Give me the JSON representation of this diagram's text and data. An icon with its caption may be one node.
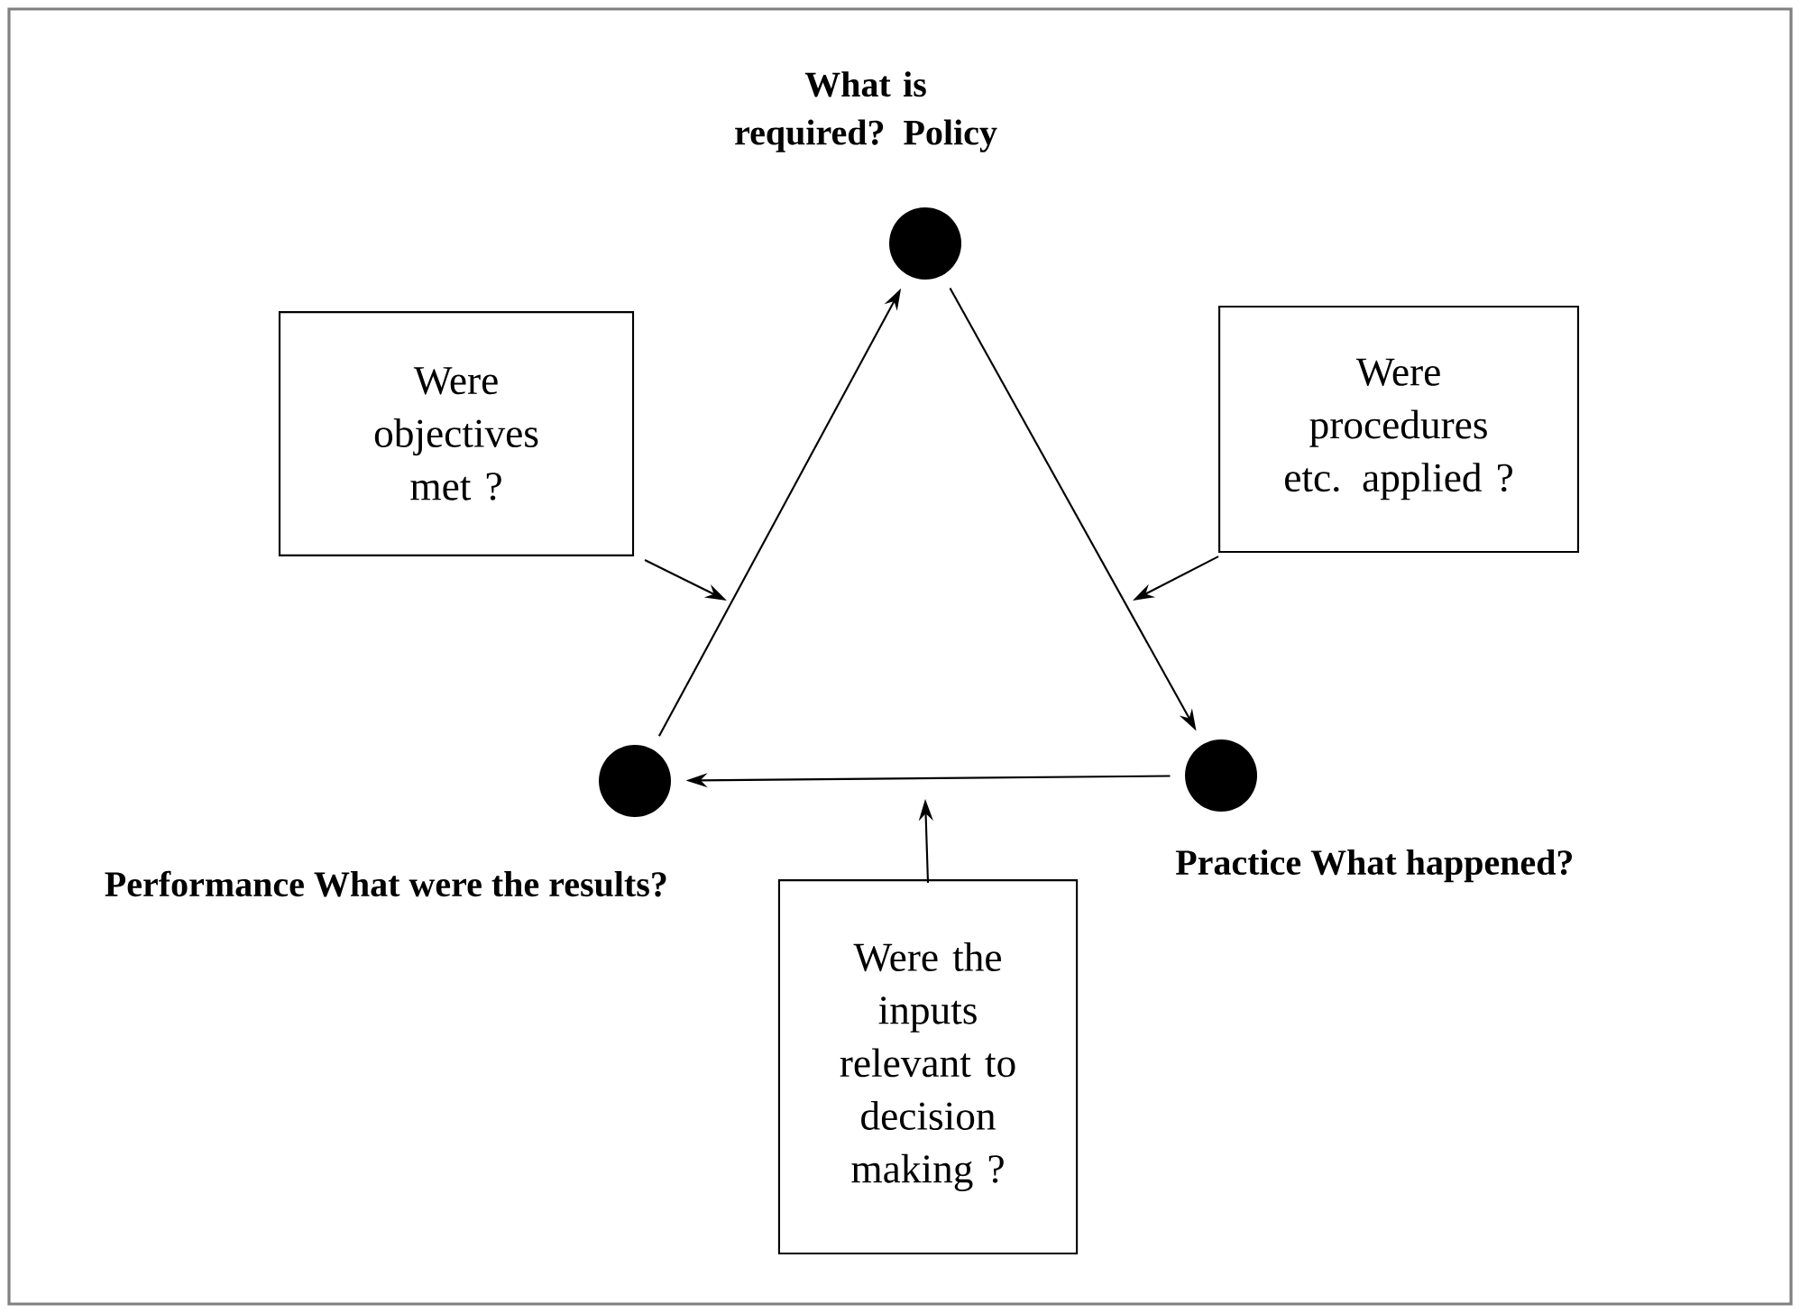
{
  "diagram": {
    "nodes": [
      {
        "text": [],
        "shape": "circle",
        "beside": [
          "What is required? Policy"
        ]
      },
      {
        "text": [],
        "shape": "circle",
        "beside": [
          "Practice What happened?"
        ]
      },
      {
        "text": [],
        "shape": "circle",
        "beside": [
          "Performance What were the results?"
        ]
      },
      {
        "text": [
          "Were objectives met ?"
        ]
      },
      {
        "text": [
          "Were procedures etc. applied ?"
        ]
      },
      {
        "text": [
          "Were the inputs relevant to decision making ?"
        ]
      }
    ],
    "edges": [
      {
        "from": 2,
        "to": 0,
        "arrow": "to"
      },
      {
        "from": 0,
        "to": 1,
        "arrow": "to"
      },
      {
        "from": 1,
        "to": 2,
        "arrow": "to"
      },
      {
        "from": 3,
        "to": null,
        "arrow": "to"
      },
      {
        "from": 4,
        "to": null,
        "arrow": "to"
      },
      {
        "from": 5,
        "to": null,
        "arrow": "to"
      }
    ]
  }
}
